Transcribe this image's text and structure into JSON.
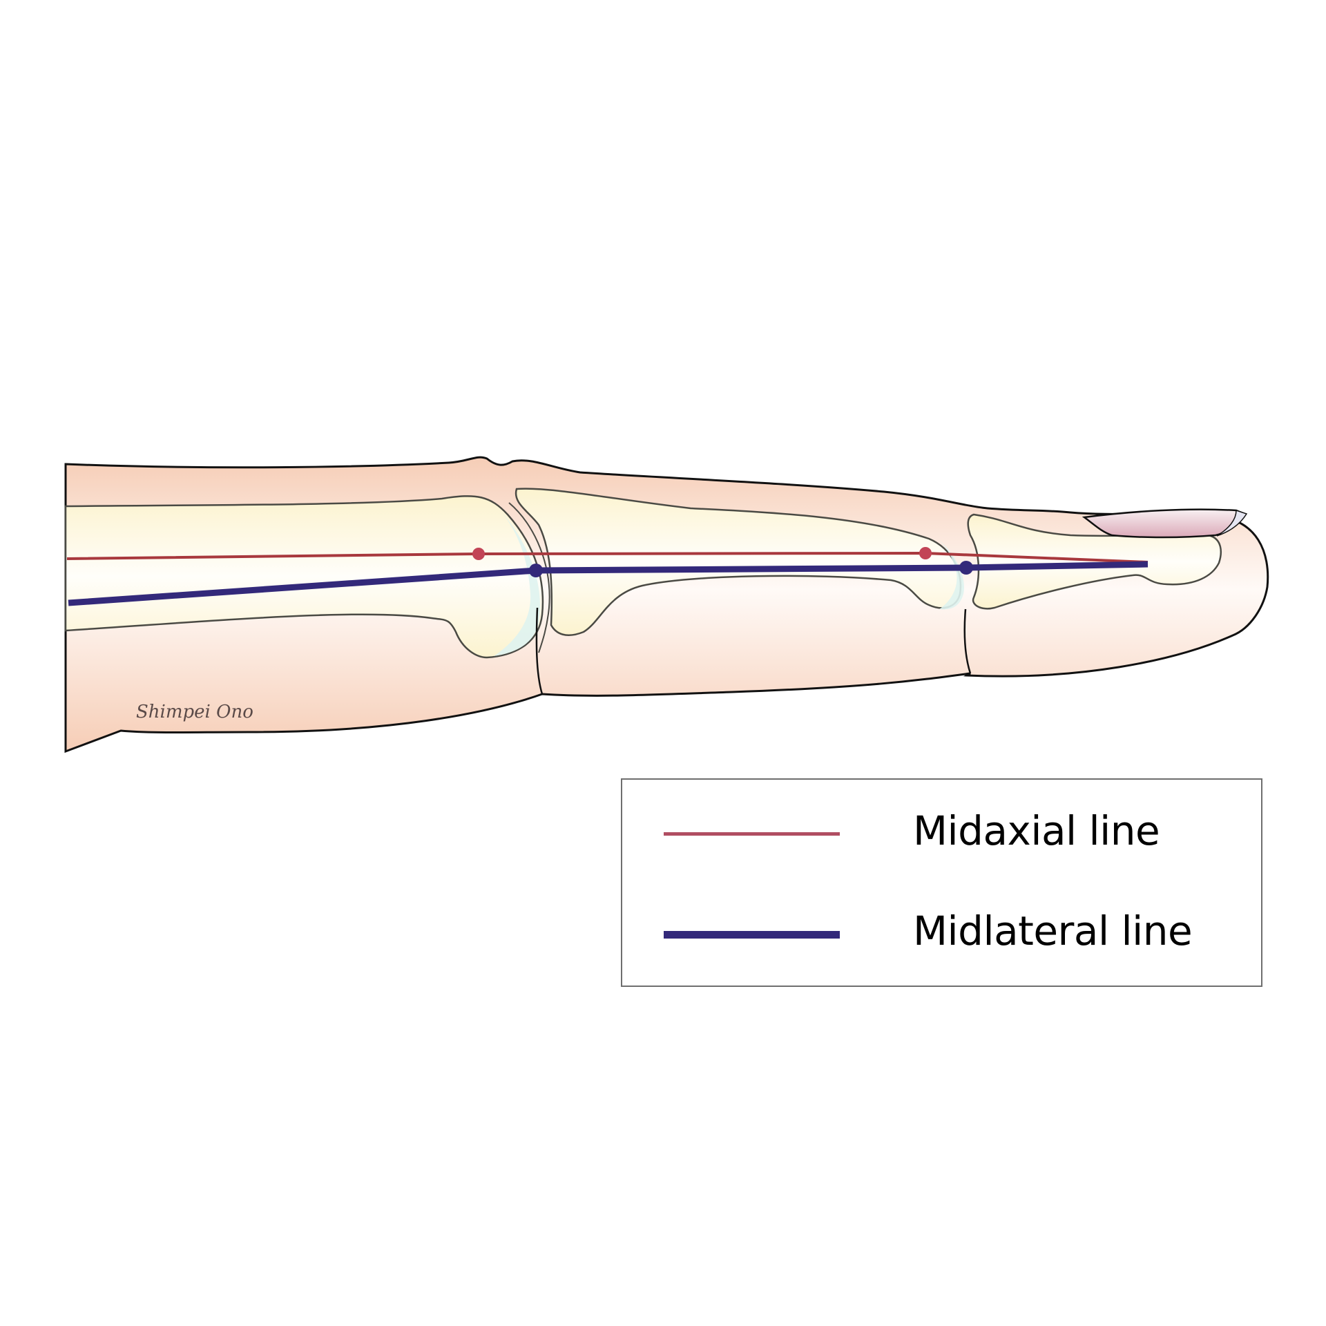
{
  "diagram": {
    "subject": "finger lateral view",
    "signature": "Shimpei Ono",
    "structures": [
      "proximal phalanx",
      "middle phalanx",
      "distal phalanx",
      "fingernail",
      "PIP joint",
      "DIP joint"
    ]
  },
  "legend": {
    "items": [
      {
        "label": "Midaxial line",
        "color": "#b04e62",
        "stroke": "thin"
      },
      {
        "label": "Midlateral line",
        "color": "#33297a",
        "stroke": "thick"
      }
    ]
  },
  "colors": {
    "skin": "#f8d9c8",
    "bone": "#fdf7d8",
    "cartilage": "#dff3f0",
    "nail": "#efd8df",
    "outline": "#111111",
    "bone_outline": "#4a4a44",
    "midaxial": "#a8383d",
    "midaxial_dot": "#c24456",
    "midlateral": "#33297a"
  }
}
